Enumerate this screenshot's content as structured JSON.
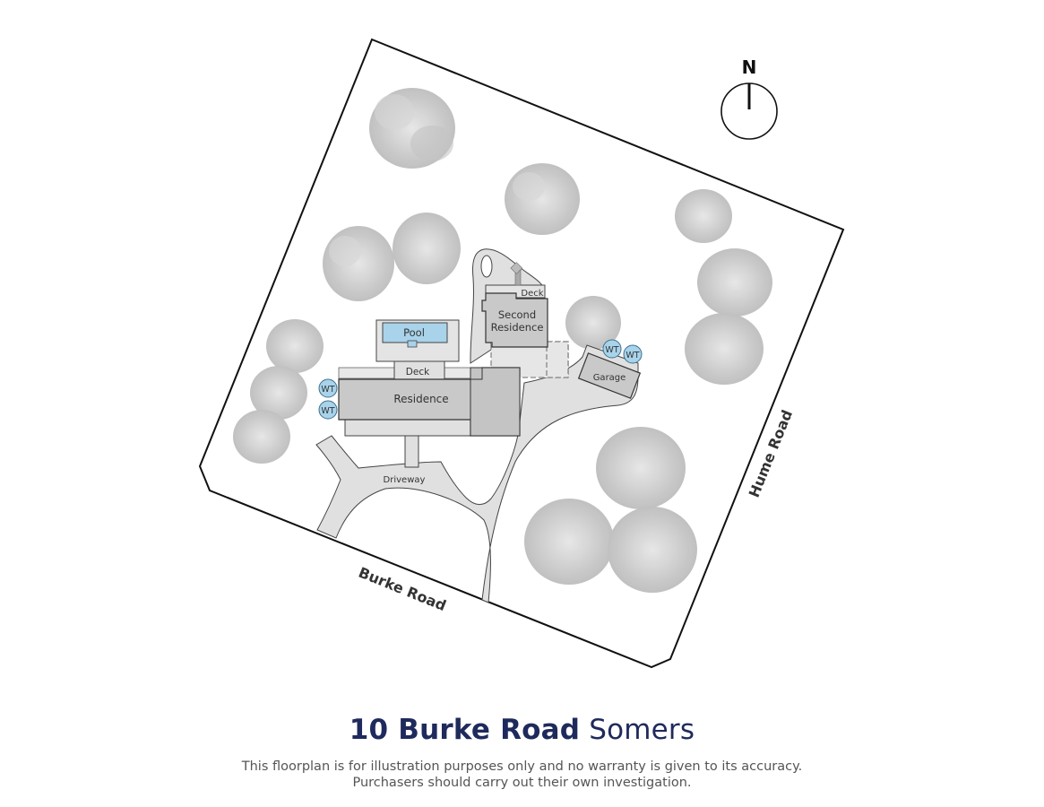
{
  "plan": {
    "compass": {
      "label": "N"
    },
    "roads": [
      {
        "id": "burke",
        "label": "Burke Road"
      },
      {
        "id": "hume",
        "label": "Hume Road"
      }
    ],
    "structures": {
      "residence": "Residence",
      "residence_deck": "Deck",
      "pool": "Pool",
      "second_residence_line1": "Second",
      "second_residence_line2": "Residence",
      "second_deck": "Deck",
      "garage": "Garage",
      "driveway": "Driveway"
    },
    "water_tanks": [
      {
        "label": "WT"
      },
      {
        "label": "WT"
      },
      {
        "label": "WT"
      },
      {
        "label": "WT"
      }
    ],
    "colors": {
      "boundary": "#111111",
      "building": "#c9c9c9",
      "paving": "#e0e0e0",
      "pool": "#a8d3ea",
      "water_tank": "#a8d3ea",
      "tree": "#c4c4c4",
      "title": "#1f2a5c"
    }
  },
  "footer": {
    "title_bold": "10 Burke Road",
    "title_light": "Somers",
    "disclaimer_line1": "This floorplan is for illustration purposes only and no warranty is given to its accuracy.",
    "disclaimer_line2": "Purchasers should carry out their own investigation."
  }
}
